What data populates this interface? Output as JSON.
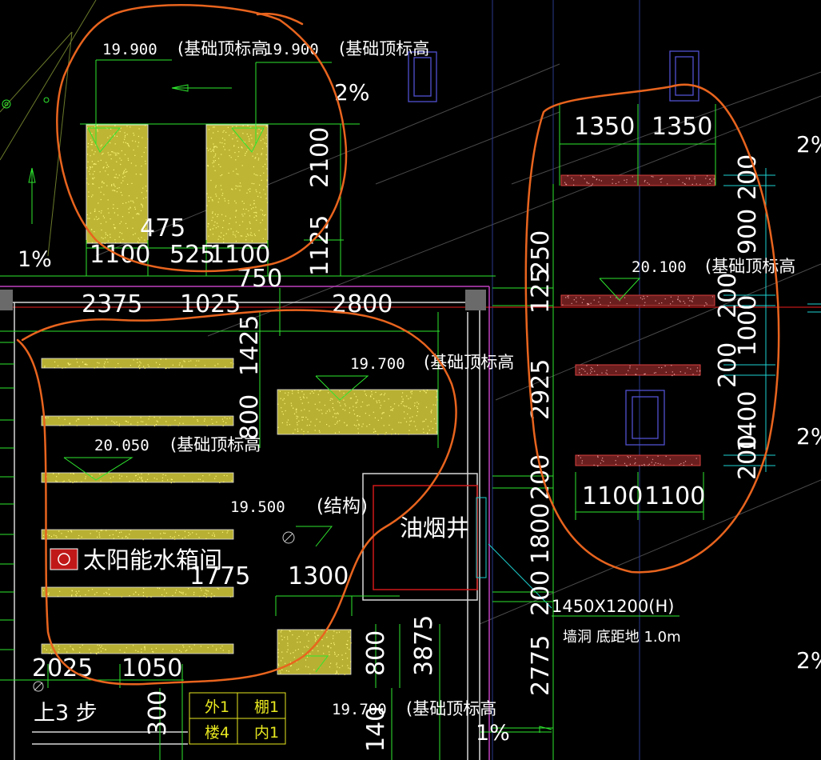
{
  "colors": {
    "background": "#000000",
    "dimension": "#2ee62e",
    "text": "#ffffff",
    "foundation_fill": "#d8d23a",
    "foundation_dots": "#fff77a",
    "red_strip_fill": "#7a2020",
    "outline_magenta": "#c040c0",
    "wall_white": "#e6e6e6",
    "annotation_orange": "#e8641e",
    "shaft_red": "#d01818",
    "hatch_gray": "#5a5a5a",
    "cyan_dim": "#1ed2d2",
    "blue_box": "#5050d0"
  },
  "elevations": {
    "e1": "19.900",
    "e2": "19.900",
    "e3": "20.100",
    "e4": "19.700",
    "e5": "20.050",
    "e6": "19.500",
    "e7": "19.700"
  },
  "notes": {
    "foundation_top": "(基础顶标高",
    "structure": "(结构)",
    "slope": "2%",
    "slope_low": "1%",
    "shaft": "油烟井",
    "room": "太阳能水箱间",
    "wall_opening": "1450X1200(H)",
    "wall_opening_note": "墙洞  底距地 1.0m",
    "steps": "上3 步",
    "table": [
      "外1",
      "棚1",
      "楼4",
      "内1"
    ]
  },
  "dims": {
    "d_475": "475",
    "d_1100a": "1100",
    "d_525": "525",
    "d_1100b": "1100",
    "d_2100": "2100",
    "d_750": "750",
    "d_1125": "1125",
    "d_2375": "2375",
    "d_1025": "1025",
    "d_2800": "2800",
    "d_1350a": "1350",
    "d_1350b": "1350",
    "d_200a": "200",
    "d_900": "900",
    "d_250": "250",
    "d_125": "125",
    "d_200b": "200",
    "d_1000": "1000",
    "d_200c": "200",
    "d_2925": "2925",
    "d_1400": "1400",
    "d_200d": "200",
    "d_200e": "200",
    "d_1100c": "1100",
    "d_1100d": "1100",
    "d_1425": "1425",
    "d_800a": "800",
    "d_1775": "1775",
    "d_1300": "1300",
    "d_1800": "1800",
    "d_200f": "200",
    "d_800b": "800",
    "d_3875": "3875",
    "d_2025": "2025",
    "d_1050": "1050",
    "d_300": "300",
    "d_2775": "2775",
    "d_140": "140"
  }
}
